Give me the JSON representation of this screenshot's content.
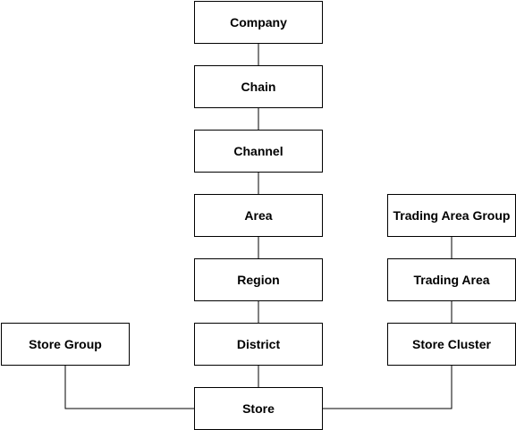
{
  "diagram": {
    "nodes": {
      "company": "Company",
      "chain": "Chain",
      "channel": "Channel",
      "area": "Area",
      "region": "Region",
      "district": "District",
      "store": "Store",
      "store_group": "Store Group",
      "trading_area_group": "Trading Area Group",
      "trading_area": "Trading Area",
      "store_cluster": "Store Cluster"
    },
    "edges": [
      [
        "company",
        "chain"
      ],
      [
        "chain",
        "channel"
      ],
      [
        "channel",
        "area"
      ],
      [
        "area",
        "region"
      ],
      [
        "region",
        "district"
      ],
      [
        "district",
        "store"
      ],
      [
        "store_group",
        "store"
      ],
      [
        "trading_area_group",
        "trading_area"
      ],
      [
        "trading_area",
        "store_cluster"
      ],
      [
        "store_cluster",
        "store"
      ]
    ],
    "colors": {
      "line": "#000000",
      "box_fill": "#ffffff",
      "box_border": "#000000"
    }
  }
}
